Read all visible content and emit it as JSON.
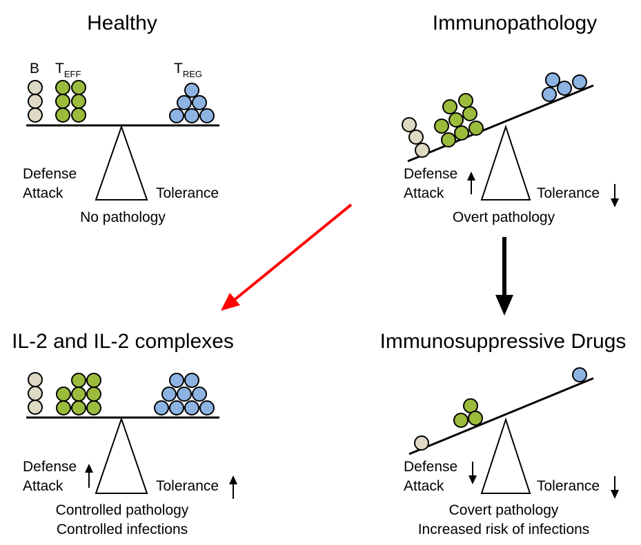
{
  "panels": {
    "healthy": {
      "title": "Healthy",
      "cell_label_b": "B",
      "cell_label_teff_main": "T",
      "cell_label_teff_sub": "EFF",
      "cell_label_treg_main": "T",
      "cell_label_treg_sub": "REG",
      "defense": "Defense",
      "attack": "Attack",
      "tolerance": "Tolerance",
      "caption_1": "No pathology"
    },
    "immunopathology": {
      "title": "Immunopathology",
      "defense": "Defense",
      "attack": "Attack",
      "tolerance": "Tolerance",
      "caption_1": "Overt pathology"
    },
    "il2": {
      "title": "IL-2 and IL-2 complexes",
      "defense": "Defense",
      "attack": "Attack",
      "tolerance": "Tolerance",
      "caption_1": "Controlled pathology",
      "caption_2": "Controlled infections"
    },
    "drugs": {
      "title": "Immunosuppressive Drugs",
      "defense": "Defense",
      "attack": "Attack",
      "tolerance": "Tolerance",
      "caption_1": "Covert pathology",
      "caption_2": "Increased risk of infections"
    }
  },
  "colors": {
    "b_cell": "#ddd9c4",
    "t_eff": "#9bbb3c",
    "t_reg": "#8db3e2",
    "red_arrow": "#ff0000",
    "black": "#000000"
  }
}
